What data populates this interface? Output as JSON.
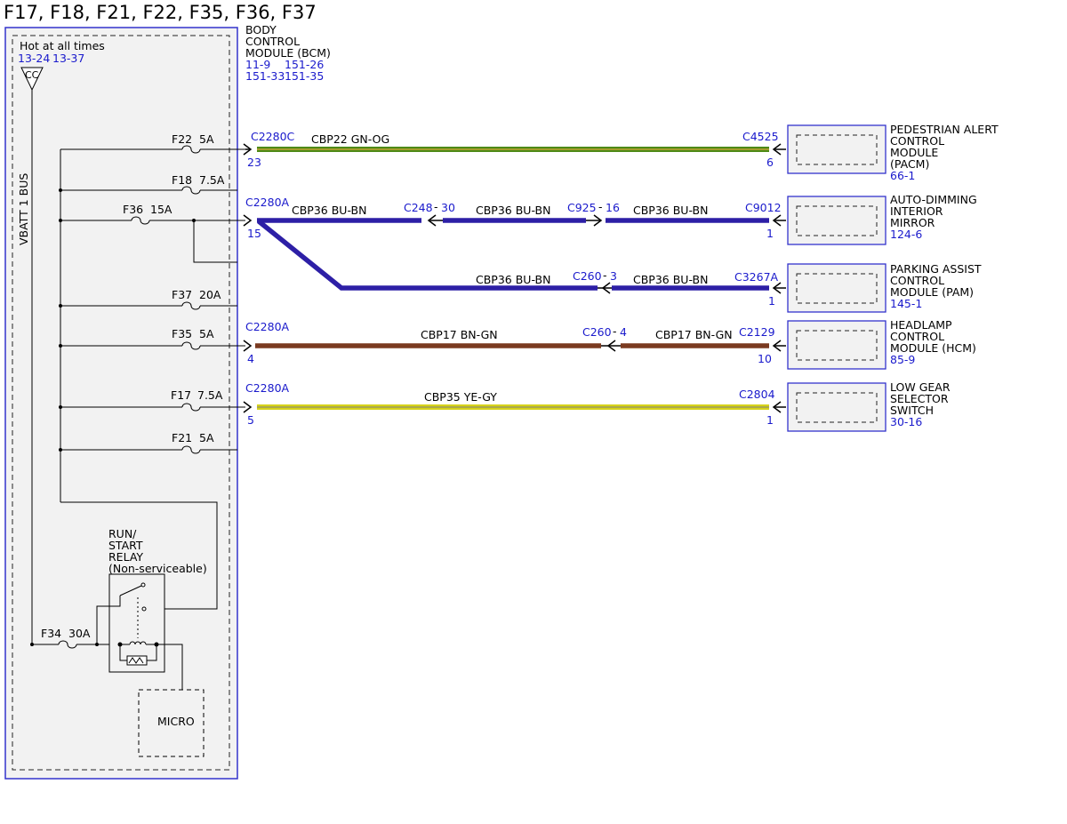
{
  "title": "F17, F18, F21, F22, F35, F36, F37",
  "colors": {
    "ref_blue": "#1a1acc",
    "bcm_border": "#3333cc",
    "box_fill": "#f2f2f2",
    "wire_green": "#4e8a17",
    "wire_blue": "#2d1fa6",
    "wire_brown": "#7a3a20",
    "wire_yellow": "#d6d21a"
  },
  "bcm": {
    "name_lines": [
      "BODY",
      "CONTROL",
      "MODULE (BCM)"
    ],
    "refs": [
      "11-9",
      "151-26",
      "151-33",
      "151-35"
    ],
    "hot_label": "Hot at all times",
    "hot_refs": [
      "13-24",
      "13-37"
    ],
    "cc_label": "CC",
    "bus_label": "VBATT 1 BUS",
    "relay_lines": [
      "RUN/",
      "START",
      "RELAY",
      "(Non-serviceable)"
    ],
    "micro_label": "MICRO",
    "f34": {
      "name": "F34",
      "rating": "30A"
    }
  },
  "fuses": [
    {
      "name": "F22",
      "rating": "5A"
    },
    {
      "name": "F18",
      "rating": "7.5A"
    },
    {
      "name": "F36",
      "rating": "15A"
    },
    {
      "name": "F37",
      "rating": "20A"
    },
    {
      "name": "F35",
      "rating": "5A"
    },
    {
      "name": "F17",
      "rating": "7.5A"
    },
    {
      "name": "F21",
      "rating": "5A"
    }
  ],
  "bcm_connectors": [
    {
      "name": "C2280C",
      "pin": "23"
    },
    {
      "name": "C2280A",
      "pin": "15"
    },
    {
      "name": "C2280A",
      "pin": "4"
    },
    {
      "name": "C2280A",
      "pin": "5"
    }
  ],
  "circuits": {
    "cbp22": "CBP22  GN-OG",
    "cbp36": "CBP36  BU-BN",
    "cbp17": "CBP17  BN-GN",
    "cbp35": "CBP35  YE-GY"
  },
  "inline_connectors": [
    {
      "name": "C248",
      "pin": "30"
    },
    {
      "name": "C925",
      "pin": "16"
    },
    {
      "name": "C260",
      "pin": "3"
    },
    {
      "name": "C260",
      "pin": "4"
    }
  ],
  "modules": [
    {
      "lines": [
        "PEDESTRIAN ALERT",
        "CONTROL",
        "MODULE",
        "(PACM)"
      ],
      "ref": "66-1",
      "connector": "C4525",
      "pin": "6"
    },
    {
      "lines": [
        "AUTO-DIMMING",
        "INTERIOR",
        "MIRROR"
      ],
      "ref": "124-6",
      "connector": "C9012",
      "pin": "1"
    },
    {
      "lines": [
        "PARKING ASSIST",
        "CONTROL",
        "MODULE (PAM)"
      ],
      "ref": "145-1",
      "connector": "C3267A",
      "pin": "1"
    },
    {
      "lines": [
        "HEADLAMP",
        "CONTROL",
        "MODULE (HCM)"
      ],
      "ref": "85-9",
      "connector": "C2129",
      "pin": "10"
    },
    {
      "lines": [
        "LOW GEAR",
        "SELECTOR",
        "SWITCH"
      ],
      "ref": "30-16",
      "connector": "C2804",
      "pin": "1"
    }
  ]
}
